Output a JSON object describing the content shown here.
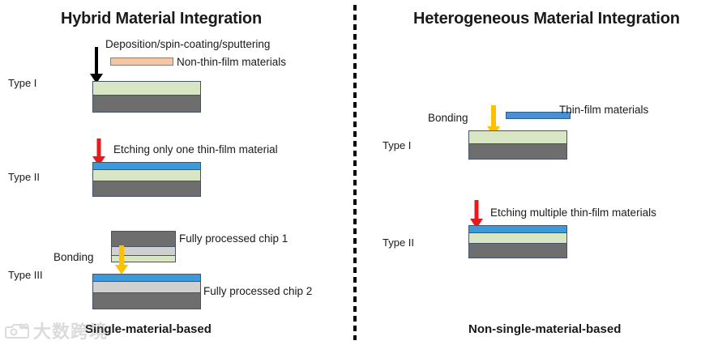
{
  "figure": {
    "divider": "vertical-dashed-separator"
  },
  "panels": [
    {
      "id": "hybrid",
      "title": "Hybrid Material Integration",
      "caption": "Single-material-based",
      "rows": [
        {
          "type_label": "Type I",
          "process_label": "Deposition/spin-coating/sputtering",
          "arrow_color": "#000000",
          "arrow_name": "deposition-arrow",
          "side_label": "Non-thin-film materials",
          "side_bar_color": "#f4c6a2",
          "layers": [
            "#d9e6c3",
            "#6e6e6e"
          ]
        },
        {
          "type_label": "Type II",
          "process_label": "Etching only one thin-film material",
          "arrow_color": "#e8191b",
          "arrow_name": "etching-arrow",
          "layers": [
            "#3d9ada",
            "#d9e6c3",
            "#6e6e6e"
          ]
        },
        {
          "type_label": "Type III",
          "process_label": "Bonding",
          "arrow_color": "#ffc000",
          "arrow_name": "bonding-arrow",
          "chip_top_label": "Fully processed chip 1",
          "chip_bottom_label": "Fully processed chip 2",
          "chip_top_layers": [
            "#6e6e6e",
            "#d0d0d0",
            "#d9e6c3"
          ],
          "chip_bottom_layers": [
            "#3d9ada",
            "#d0d0d0",
            "#6e6e6e"
          ]
        }
      ]
    },
    {
      "id": "heterogeneous",
      "title": "Heterogeneous Material Integration",
      "caption": "Non-single-material-based",
      "rows": [
        {
          "type_label": "Type I",
          "process_label": "Bonding",
          "arrow_color": "#ffc000",
          "arrow_name": "bonding-arrow",
          "side_label": "Thin-film materials",
          "side_bar_color": "#4a90d9",
          "layers": [
            "#d9e6c3",
            "#6e6e6e"
          ]
        },
        {
          "type_label": "Type II",
          "process_label": "Etching multiple thin-film materials",
          "arrow_color": "#e8191b",
          "arrow_name": "etching-arrow",
          "layers": [
            "#3d9ada",
            "#d9e6c3",
            "#6e6e6e"
          ]
        }
      ]
    }
  ],
  "watermark": {
    "text": "大数跨境",
    "logo": "camera-logo-icon"
  }
}
